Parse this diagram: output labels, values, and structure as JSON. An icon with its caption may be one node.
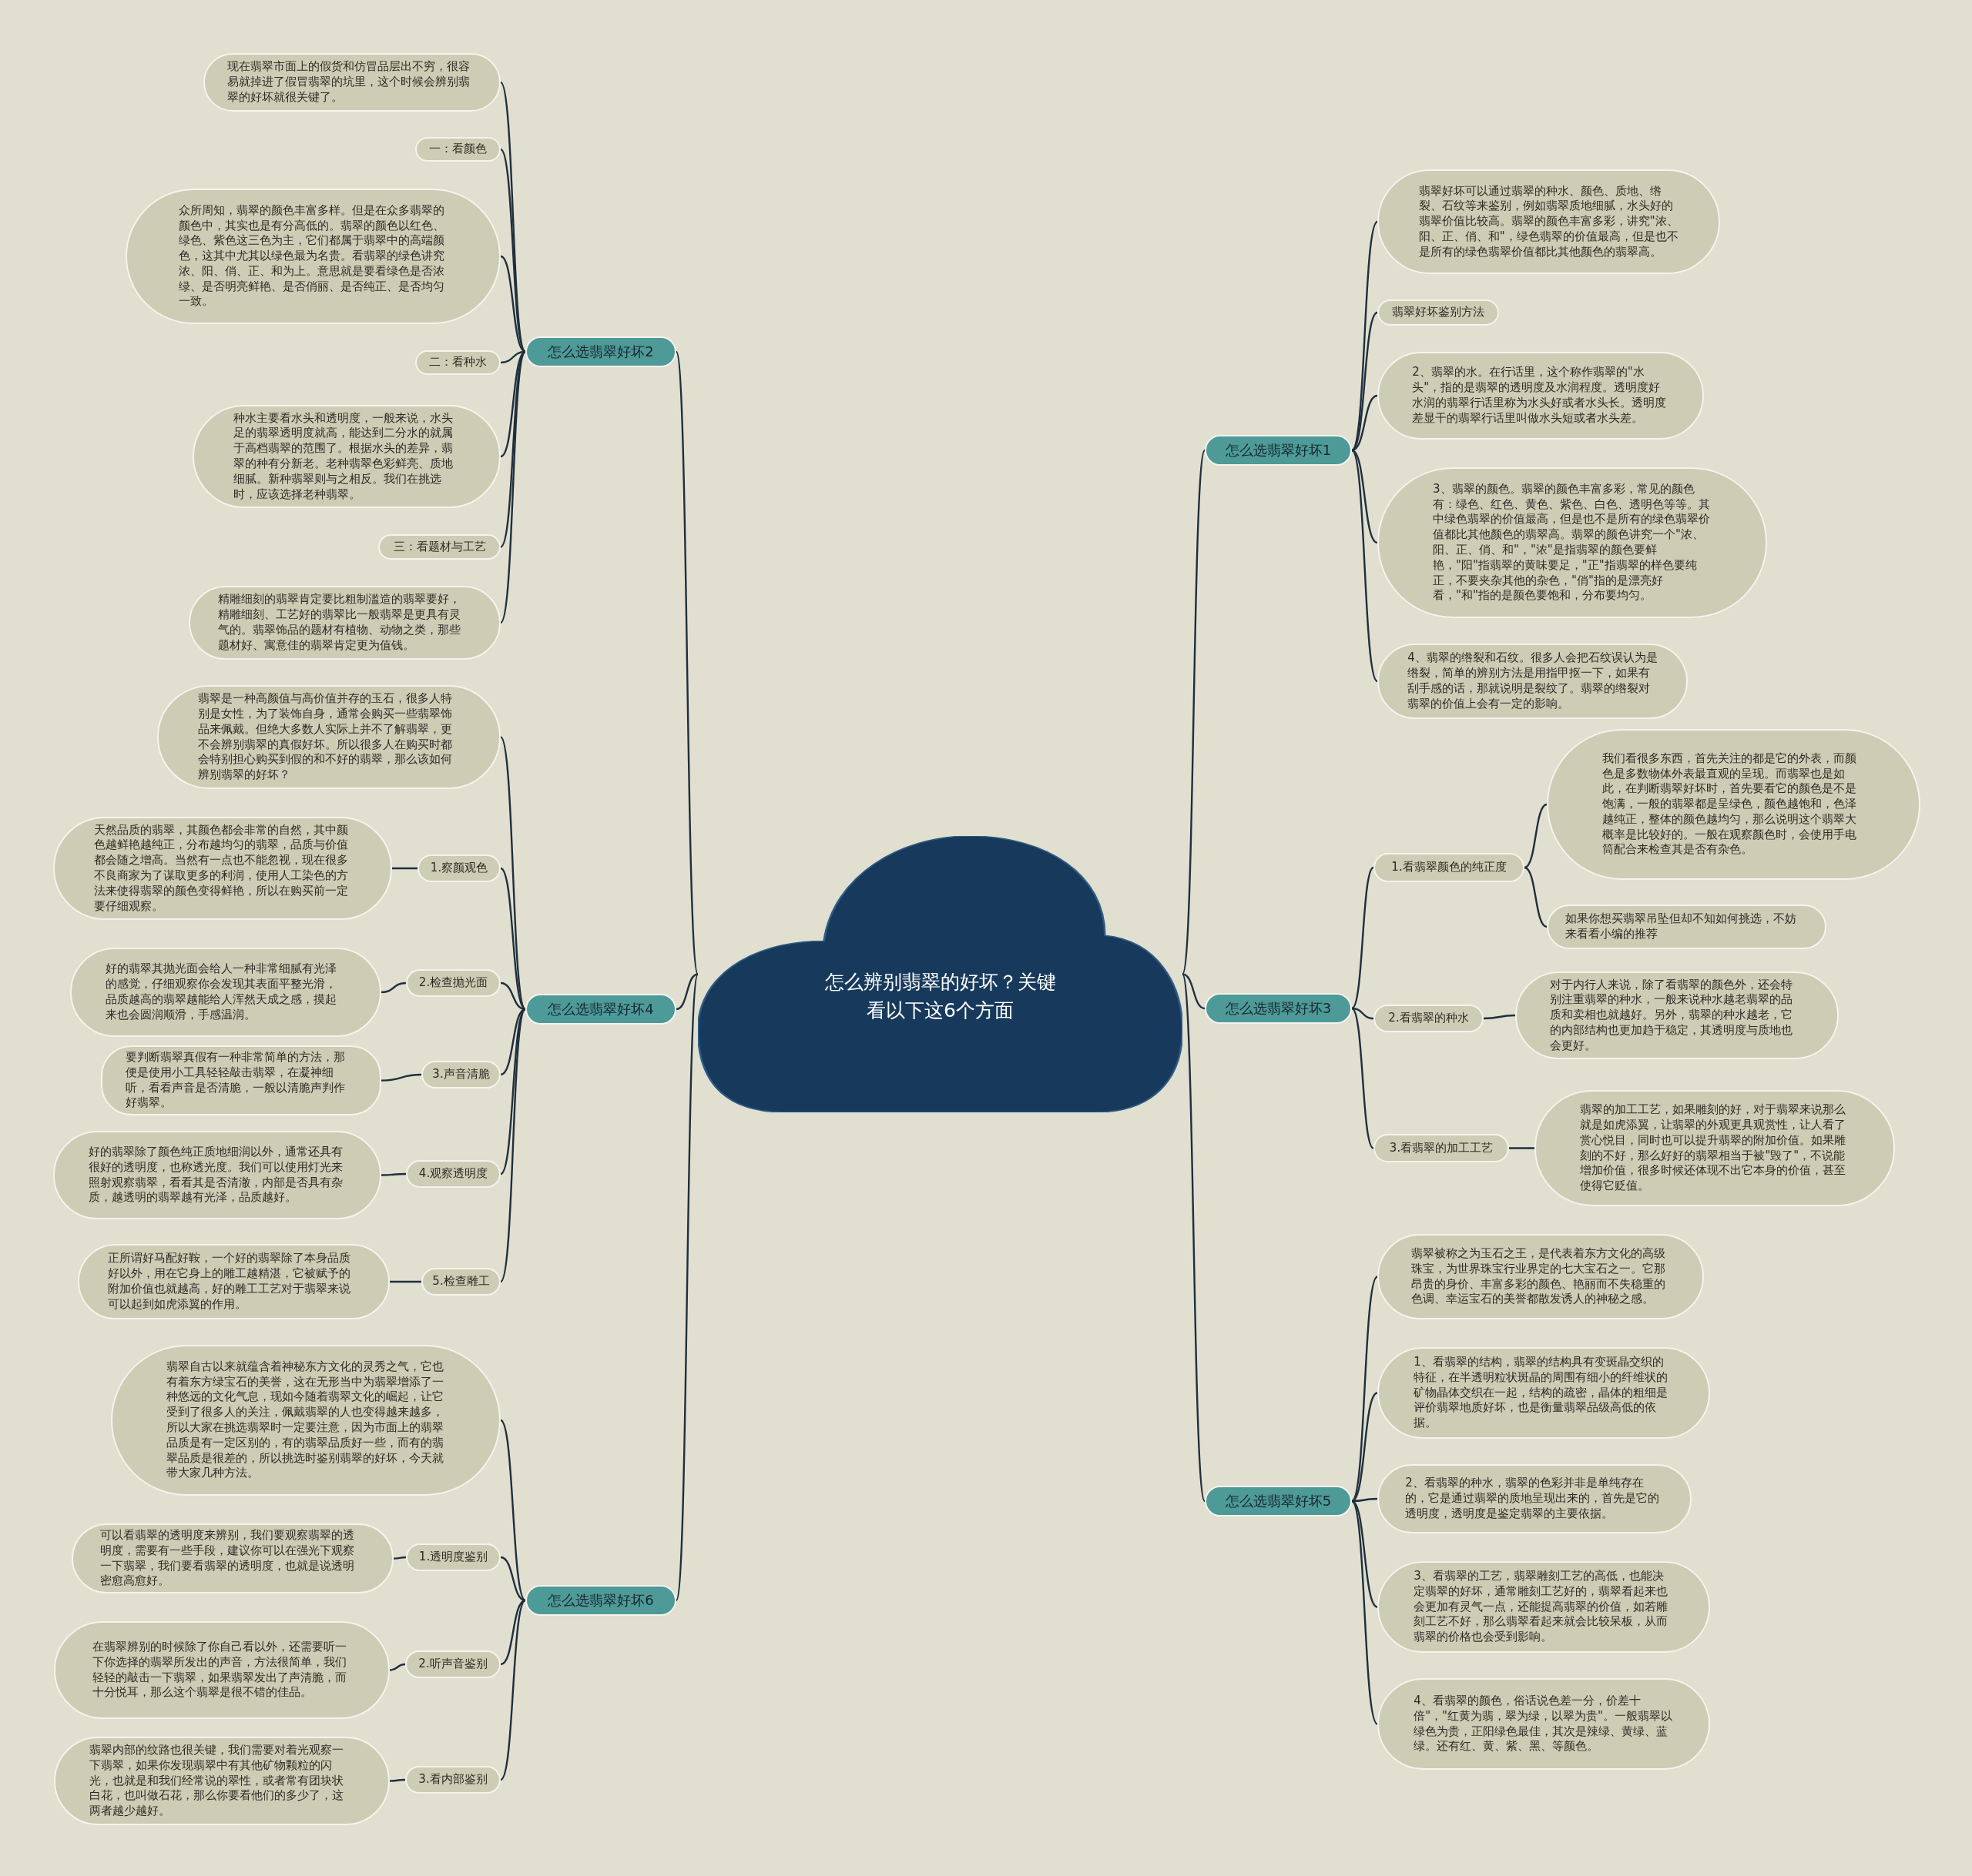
{
  "diagram": {
    "nodes": [
      {
        "text": [
          "怎么辨别翡翠的好坏？关键看以下这6个方面"
        ]
      },
      {
        "text": [
          "怎么选翡翠好坏2"
        ]
      },
      {
        "text": [
          "现在翡翠市面上的假货和仿冒品层出不穷，很容易就掉进了假冒翡翠的坑里，这个时候会辨别翡翠的好坏就很关键了。"
        ]
      },
      {
        "text": [
          "一：看颜色"
        ]
      },
      {
        "text": [
          "众所周知，翡翠的颜色丰富多样。但是在众多翡翠的颜色中，其实也是有分高低的。翡翠的颜色以红色、绿色、紫色这三色为主，它们都属于翡翠中的高端颜色，这其中尤其以绿色最为名贵。看翡翠的绿色讲究浓、阳、俏、正、和为上。意思就是要看绿色是否浓绿、是否明亮鲜艳、是否俏丽、是否纯正、是否均匀一致。"
        ]
      },
      {
        "text": [
          "二：看种水"
        ]
      },
      {
        "text": [
          "种水主要看水头和透明度，一般来说，水头足的翡翠透明度就高，能达到二分水的就属于高档翡翠的范围了。根据水头的差异，翡翠的种有分新老。老种翡翠色彩鲜亮、质地细腻。新种翡翠则与之相反。我们在挑选时，应该选择老种翡翠。"
        ]
      },
      {
        "text": [
          "三：看题材与工艺"
        ]
      },
      {
        "text": [
          "精雕细刻的翡翠肯定要比粗制滥造的翡翠要好，精雕细刻、工艺好的翡翠比一般翡翠是更具有灵气的。翡翠饰品的题材有植物、动物之类，那些题材好、寓意佳的翡翠肯定更为值钱。"
        ]
      },
      {
        "text": [
          "怎么选翡翠好坏4"
        ]
      },
      {
        "text": [
          "翡翠是一种高颜值与高价值并存的玉石，很多人特别是女性，为了装饰自身，通常会购买一些翡翠饰品来佩戴。但绝大多数人实际上并不了解翡翠，更不会辨别翡翠的真假好坏。所以很多人在购买时都会特别担心购买到假的和不好的翡翠，那么该如何辨别翡翠的好坏？"
        ]
      },
      {
        "text": [
          "1.察颜观色"
        ]
      },
      {
        "text": [
          "天然品质的翡翠，其颜色都会非常的自然，其中颜色越鲜艳越纯正，分布越均匀的翡翠，品质与价值都会随之增高。当然有一点也不能忽视，现在很多不良商家为了谋取更多的利润，使用人工染色的方法来使得翡翠的颜色变得鲜艳，所以在购买前一定要仔细观察。"
        ]
      },
      {
        "text": [
          "2.检查抛光面"
        ]
      },
      {
        "text": [
          "好的翡翠其抛光面会给人一种非常细腻有光泽的感觉，仔细观察你会发现其表面平整光滑，品质越高的翡翠越能给人浑然天成之感，摸起来也会圆润顺滑，手感温润。"
        ]
      },
      {
        "text": [
          "3.声音清脆"
        ]
      },
      {
        "text": [
          "要判断翡翠真假有一种非常简单的方法，那便是使用小工具轻轻敲击翡翠，在凝神细听，看看声音是否清脆，一般以清脆声判作好翡翠。"
        ]
      },
      {
        "text": [
          "4.观察透明度"
        ]
      },
      {
        "text": [
          "好的翡翠除了颜色纯正质地细润以外，通常还具有很好的透明度，也称透光度。我们可以使用灯光来照射观察翡翠，看看其是否清澈，内部是否具有杂质，越透明的翡翠越有光泽，品质越好。"
        ]
      },
      {
        "text": [
          "5.检查雕工"
        ]
      },
      {
        "text": [
          "正所谓好马配好鞍，一个好的翡翠除了本身品质好以外，用在它身上的雕工越精湛，它被赋予的附加价值也就越高，好的雕工工艺对于翡翠来说可以起到如虎添翼的作用。"
        ]
      },
      {
        "text": [
          "怎么选翡翠好坏6"
        ]
      },
      {
        "text": [
          "翡翠自古以来就蕴含着神秘东方文化的灵秀之气，它也有着东方绿宝石的美誉，这在无形当中为翡翠增添了一种悠远的文化气息，现如今随着翡翠文化的崛起，让它受到了很多人的关注，佩戴翡翠的人也变得越来越多，所以大家在挑选翡翠时一定要注意，因为市面上的翡翠品质是有一定区别的，有的翡翠品质好一些，而有的翡翠品质是很差的，所以挑选时鉴别翡翠的好坏，今天就带大家几种方法。"
        ]
      },
      {
        "text": [
          "1.透明度鉴别"
        ]
      },
      {
        "text": [
          "可以看翡翠的透明度来辨别，我们要观察翡翠的透明度，需要有一些手段，建议你可以在强光下观察一下翡翠，我们要看翡翠的透明度，也就是说透明密愈高愈好。"
        ]
      },
      {
        "text": [
          "2.听声音鉴别"
        ]
      },
      {
        "text": [
          "在翡翠辨别的时候除了你自己看以外，还需要听一下你选择的翡翠所发出的声音，方法很简单，我们轻轻的敲击一下翡翠，如果翡翠发出了声清脆，而十分悦耳，那么这个翡翠是很不错的佳品。"
        ]
      },
      {
        "text": [
          "3.看内部鉴别"
        ]
      },
      {
        "text": [
          "翡翠内部的纹路也很关键，我们需要对着光观察一下翡翠，如果你发现翡翠中有其他矿物颗粒的闪光，也就是和我们经常说的翠性，或者常有团块状白花，也叫做石花，那么你要看他们的多少了，这两者越少越好。"
        ]
      },
      {
        "text": [
          "怎么选翡翠好坏1"
        ]
      },
      {
        "text": [
          "翡翠好坏可以通过翡翠的种水、颜色、质地、绺裂、石纹等来鉴别，例如翡翠质地细腻，水头好的翡翠价值比较高。翡翠的颜色丰富多彩，讲究\"浓、阳、正、俏、和\"，绿色翡翠的价值最高，但是也不是所有的绿色翡翠价值都比其他颜色的翡翠高。"
        ]
      },
      {
        "text": [
          "翡翠好坏鉴别方法"
        ]
      },
      {
        "text": [
          "2、翡翠的水。在行话里，这个称作翡翠的\"水头\"，指的是翡翠的透明度及水润程度。透明度好水润的翡翠行话里称为水头好或者水头长。透明度差显干的翡翠行话里叫做水头短或者水头差。"
        ]
      },
      {
        "text": [
          "3、翡翠的颜色。翡翠的颜色丰富多彩，常见的颜色有：绿色、红色、黄色、紫色、白色、透明色等等。其中绿色翡翠的价值最高，但是也不是所有的绿色翡翠价值都比其他颜色的翡翠高。翡翠的颜色讲究一个\"浓、阳、正、俏、和\"，\"浓\"是指翡翠的颜色要鲜艳，\"阳\"指翡翠的黄味要足，\"正\"指翡翠的样色要纯正，不要夹杂其他的杂色，\"俏\"指的是漂亮好看，\"和\"指的是颜色要饱和，分布要均匀。"
        ]
      },
      {
        "text": [
          "4、翡翠的绺裂和石纹。很多人会把石纹误认为是绺裂，简单的辨别方法是用指甲抠一下，如果有刮手感的话，那就说明是裂纹了。翡翠的绺裂对翡翠的价值上会有一定的影响。"
        ]
      },
      {
        "text": [
          "怎么选翡翠好坏3"
        ]
      },
      {
        "text": [
          "1.看翡翠颜色的纯正度"
        ]
      },
      {
        "text": [
          "我们看很多东西，首先关注的都是它的外表，而颜色是多数物体外表最直观的呈现。而翡翠也是如此，在判断翡翠好坏时，首先要看它的颜色是不是饱满，一般的翡翠都是呈绿色，颜色越饱和，色泽越纯正，整体的颜色越均匀，那么说明这个翡翠大概率是比较好的。一般在观察颜色时，会使用手电筒配合来检查其是否有杂色。"
        ]
      },
      {
        "text": [
          "如果你想买翡翠吊坠但却不知如何挑选，不妨来看看小编的推荐"
        ]
      },
      {
        "text": [
          "2.看翡翠的种水"
        ]
      },
      {
        "text": [
          "对于内行人来说，除了看翡翠的颜色外，还会特别注重翡翠的种水，一般来说种水越老翡翠的品质和卖相也就越好。另外，翡翠的种水越老，它的内部结构也更加趋于稳定，其透明度与质地也会更好。"
        ]
      },
      {
        "text": [
          "3.看翡翠的加工工艺"
        ]
      },
      {
        "text": [
          "翡翠的加工工艺，如果雕刻的好，对于翡翠来说那么就是如虎添翼，让翡翠的外观更具观赏性，让人看了赏心悦目，同时也可以提升翡翠的附加价值。如果雕刻的不好，那么好好的翡翠相当于被\"毁了\"，不说能增加价值，很多时候还体现不出它本身的价值，甚至使得它贬值。"
        ]
      },
      {
        "text": [
          "怎么选翡翠好坏5"
        ]
      },
      {
        "text": [
          "翡翠被称之为玉石之王，是代表着东方文化的高级珠宝，为世界珠宝行业界定的七大宝石之一。它那昂贵的身价、丰富多彩的颜色、艳丽而不失稳重的色调、幸运宝石的美誉都散发诱人的神秘之感。"
        ]
      },
      {
        "text": [
          "1、看翡翠的结构，翡翠的结构具有变斑晶交织的特征，在半透明粒状斑晶的周围有细小的纤维状的矿物晶体交织在一起，结构的疏密，晶体的粗细是评价翡翠地质好坏，也是衡量翡翠品级高低的依据。"
        ]
      },
      {
        "text": [
          "2、看翡翠的种水，翡翠的色彩并非是单纯存在的，它是通过翡翠的质地呈现出来的，首先是它的透明度，透明度是鉴定翡翠的主要依据。"
        ]
      },
      {
        "text": [
          "3、看翡翠的工艺，翡翠雕刻工艺的高低，也能决定翡翠的好坏，通常雕刻工艺好的，翡翠看起来也会更加有灵气一点，还能提高翡翠的价值，如若雕刻工艺不好，那么翡翠看起来就会比较呆板，从而翡翠的价格也会受到影响。"
        ]
      },
      {
        "text": [
          "4、看翡翠的颜色，俗话说色差一分，价差十倍\"，\"红黄为翡，翠为绿，以翠为贵\"。一般翡翠以绿色为贵，正阳绿色最佳，其次是辣绿、黄绿、蓝绿。还有红、黄、紫、黑、等颜色。"
        ]
      }
    ],
    "edges": [
      {
        "from": 0,
        "to": 1,
        "arrow": "none"
      },
      {
        "from": 0,
        "to": 9,
        "arrow": "none"
      },
      {
        "from": 0,
        "to": 21,
        "arrow": "none"
      },
      {
        "from": 0,
        "to": 29,
        "arrow": "none"
      },
      {
        "from": 0,
        "to": 35,
        "arrow": "none"
      },
      {
        "from": 0,
        "to": 43,
        "arrow": "none"
      },
      {
        "from": 1,
        "to": 2,
        "arrow": "none"
      },
      {
        "from": 1,
        "to": 3,
        "arrow": "none"
      },
      {
        "from": 1,
        "to": 4,
        "arrow": "none"
      },
      {
        "from": 1,
        "to": 5,
        "arrow": "none"
      },
      {
        "from": 1,
        "to": 6,
        "arrow": "none"
      },
      {
        "from": 1,
        "to": 7,
        "arrow": "none"
      },
      {
        "from": 1,
        "to": 8,
        "arrow": "none"
      },
      {
        "from": 9,
        "to": 10,
        "arrow": "none"
      },
      {
        "from": 9,
        "to": 11,
        "arrow": "none"
      },
      {
        "from": 11,
        "to": 12,
        "arrow": "none"
      },
      {
        "from": 9,
        "to": 13,
        "arrow": "none"
      },
      {
        "from": 13,
        "to": 14,
        "arrow": "none"
      },
      {
        "from": 9,
        "to": 15,
        "arrow": "none"
      },
      {
        "from": 15,
        "to": 16,
        "arrow": "none"
      },
      {
        "from": 9,
        "to": 17,
        "arrow": "none"
      },
      {
        "from": 17,
        "to": 18,
        "arrow": "none"
      },
      {
        "from": 9,
        "to": 19,
        "arrow": "none"
      },
      {
        "from": 19,
        "to": 20,
        "arrow": "none"
      },
      {
        "from": 21,
        "to": 22,
        "arrow": "none"
      },
      {
        "from": 21,
        "to": 23,
        "arrow": "none"
      },
      {
        "from": 23,
        "to": 24,
        "arrow": "none"
      },
      {
        "from": 21,
        "to": 25,
        "arrow": "none"
      },
      {
        "from": 25,
        "to": 26,
        "arrow": "none"
      },
      {
        "from": 21,
        "to": 27,
        "arrow": "none"
      },
      {
        "from": 27,
        "to": 28,
        "arrow": "none"
      },
      {
        "from": 29,
        "to": 30,
        "arrow": "none"
      },
      {
        "from": 29,
        "to": 31,
        "arrow": "none"
      },
      {
        "from": 29,
        "to": 32,
        "arrow": "none"
      },
      {
        "from": 29,
        "to": 33,
        "arrow": "none"
      },
      {
        "from": 29,
        "to": 34,
        "arrow": "none"
      },
      {
        "from": 35,
        "to": 36,
        "arrow": "none"
      },
      {
        "from": 36,
        "to": 37,
        "arrow": "none"
      },
      {
        "from": 36,
        "to": 38,
        "arrow": "none"
      },
      {
        "from": 35,
        "to": 39,
        "arrow": "none"
      },
      {
        "from": 39,
        "to": 40,
        "arrow": "none"
      },
      {
        "from": 35,
        "to": 41,
        "arrow": "none"
      },
      {
        "from": 41,
        "to": 42,
        "arrow": "none"
      },
      {
        "from": 43,
        "to": 44,
        "arrow": "none"
      },
      {
        "from": 43,
        "to": 45,
        "arrow": "none"
      },
      {
        "from": 43,
        "to": 46,
        "arrow": "none"
      },
      {
        "from": 43,
        "to": 47,
        "arrow": "none"
      },
      {
        "from": 43,
        "to": 48,
        "arrow": "none"
      }
    ]
  }
}
